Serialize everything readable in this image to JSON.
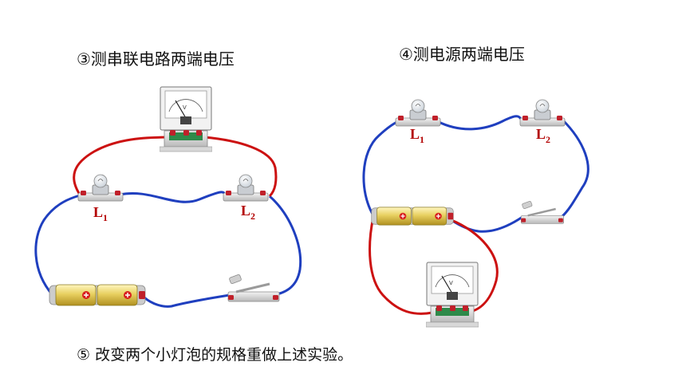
{
  "captions": {
    "series_voltage": "③测串联电路两端电压",
    "source_voltage": "④测电源两端电压",
    "repeat_note": "⑤ 改变两个小灯泡的规格重做上述实验。"
  },
  "circuit_left": {
    "lamp1": {
      "letter": "L",
      "sub": "1"
    },
    "lamp2": {
      "letter": "L",
      "sub": "2"
    }
  },
  "circuit_right": {
    "lamp1": {
      "letter": "L",
      "sub": "1"
    },
    "lamp2": {
      "letter": "L",
      "sub": "2"
    }
  },
  "voltmeter": {
    "unit": "V"
  },
  "battery": {
    "terminal_symbol": "⊕"
  },
  "colors": {
    "blue_wire": "#1f3fbf",
    "red_wire": "#cc1111",
    "label": "#b30000",
    "battery": "#e8d060"
  }
}
